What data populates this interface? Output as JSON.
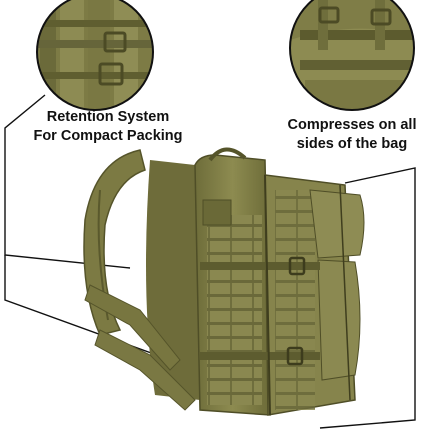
{
  "callouts": {
    "left": {
      "line1": "Retention System",
      "line2": "For Compact Packing"
    },
    "right": {
      "line1": "Compresses on all",
      "line2": "sides of the bag"
    }
  },
  "colors": {
    "olive": "#8a8a4c",
    "olive_dark": "#5c5c2c",
    "olive_light": "#a7a56b",
    "background": "#ffffff",
    "line": "#111111"
  }
}
